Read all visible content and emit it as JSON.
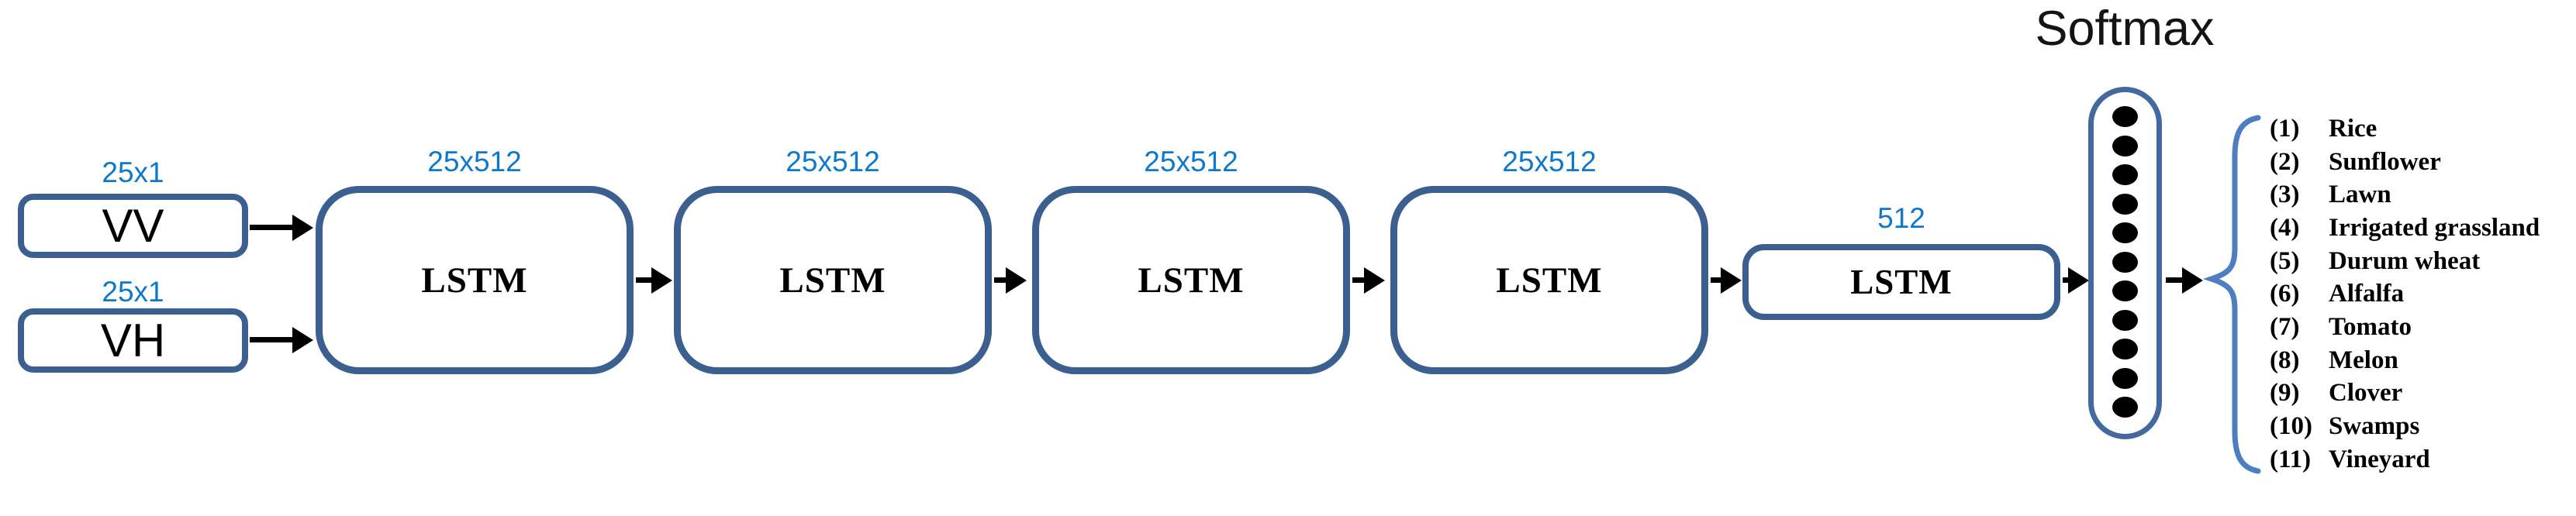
{
  "diagram": {
    "title": "Softmax",
    "inputs": [
      {
        "label": "VV",
        "dim": "25x1"
      },
      {
        "label": "VH",
        "dim": "25x1"
      }
    ],
    "layers": [
      {
        "label": "LSTM",
        "dim": "25x512"
      },
      {
        "label": "LSTM",
        "dim": "25x512"
      },
      {
        "label": "LSTM",
        "dim": "25x512"
      },
      {
        "label": "LSTM",
        "dim": "25x512"
      },
      {
        "label": "LSTM",
        "dim": "512"
      }
    ],
    "softmax": {
      "unit_count": 11
    },
    "classes": [
      {
        "num": "(1)",
        "name": "Rice"
      },
      {
        "num": "(2)",
        "name": "Sunflower"
      },
      {
        "num": "(3)",
        "name": "Lawn"
      },
      {
        "num": "(4)",
        "name": "Irrigated grassland"
      },
      {
        "num": "(5)",
        "name": "Durum wheat"
      },
      {
        "num": "(6)",
        "name": "Alfalfa"
      },
      {
        "num": "(7)",
        "name": "Tomato"
      },
      {
        "num": "(8)",
        "name": "Melon"
      },
      {
        "num": "(9)",
        "name": "Clover"
      },
      {
        "num": "(10)",
        "name": "Swamps"
      },
      {
        "num": "(11)",
        "name": "Vineyard"
      }
    ],
    "colors": {
      "box_border": "#3b6090",
      "pill_border": "#43699f",
      "dim_label": "#0e78cc",
      "brace": "#4d7ec2",
      "arrow": "#000000",
      "text": "#000000"
    }
  }
}
